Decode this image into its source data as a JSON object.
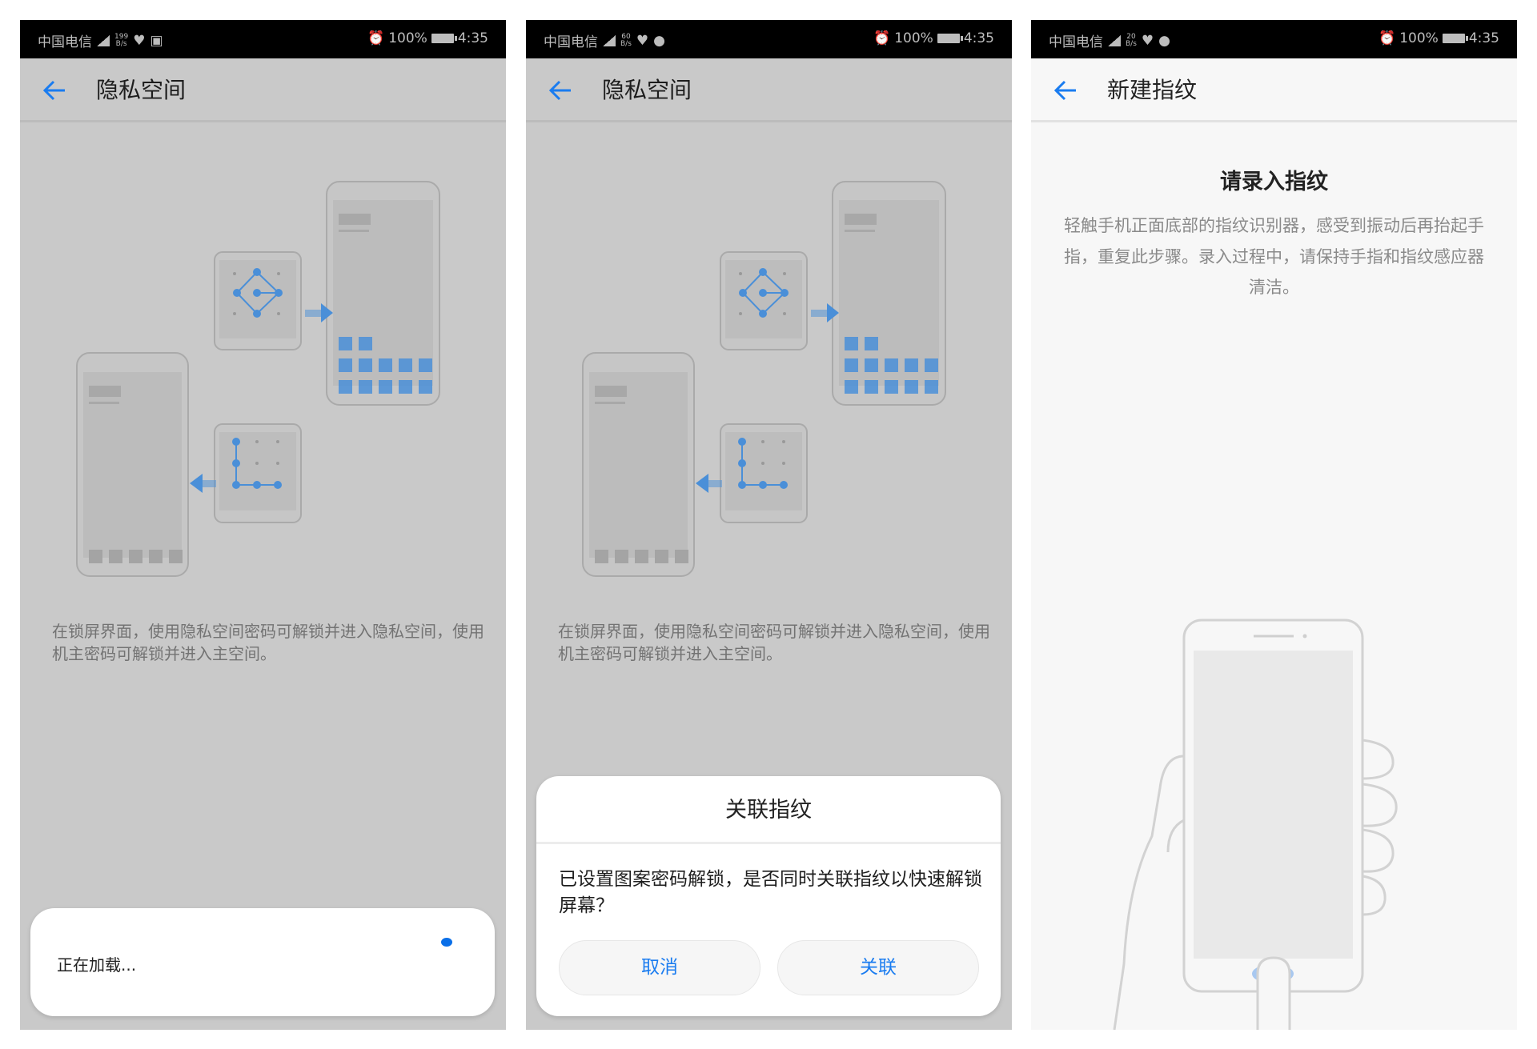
{
  "colors": {
    "accent": "#1a7cf0",
    "dim_bg": "#c9c9c9",
    "page_bg": "#f7f7f7",
    "status_bar": "#000000",
    "pattern_blue": "#4a8fd8"
  },
  "screens": [
    {
      "status": {
        "carrier": "中国电信",
        "speed_value": "199",
        "speed_unit": "B/s",
        "battery": "100%",
        "time": "4:35"
      },
      "header": {
        "back_icon": "arrow-left-icon",
        "title": "隐私空间"
      },
      "description": "在锁屏界面，使用隐私空间密码可解锁并进入隐私空间，使用机主密码可解锁并进入主空间。",
      "loading": {
        "text": "正在加载..."
      }
    },
    {
      "status": {
        "carrier": "中国电信",
        "speed_value": "60",
        "speed_unit": "B/s",
        "battery": "100%",
        "time": "4:35"
      },
      "header": {
        "back_icon": "arrow-left-icon",
        "title": "隐私空间"
      },
      "description": "在锁屏界面，使用隐私空间密码可解锁并进入隐私空间，使用机主密码可解锁并进入主空间。",
      "dialog": {
        "title": "关联指纹",
        "message": "已设置图案密码解锁，是否同时关联指纹以快速解锁屏幕？",
        "cancel": "取消",
        "confirm": "关联"
      }
    },
    {
      "status": {
        "carrier": "中国电信",
        "speed_value": "20",
        "speed_unit": "B/s",
        "battery": "100%",
        "time": "4:35"
      },
      "header": {
        "back_icon": "arrow-left-icon",
        "title": "新建指纹"
      },
      "heading": "请录入指纹",
      "instructions": "轻触手机正面底部的指纹识别器，感受到振动后再抬起手指，重复此步骤。录入过程中，请保持手指和指纹感应器清洁。"
    }
  ]
}
